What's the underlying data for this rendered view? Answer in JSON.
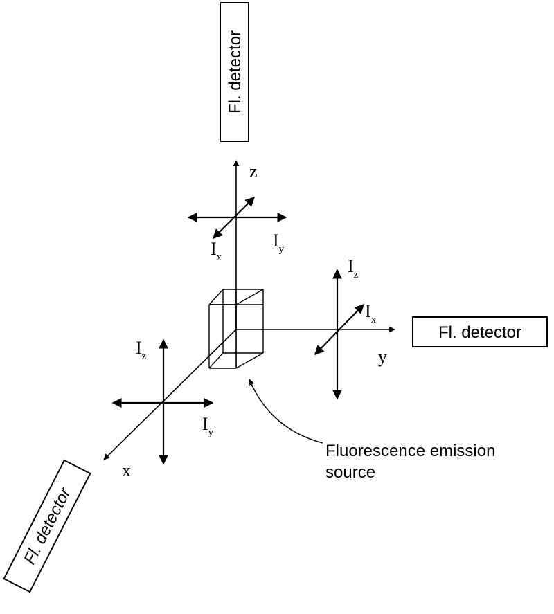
{
  "detectors": {
    "top_label": "Fl. detector",
    "right_label": "Fl. detector",
    "bottom_left_label": "Fl. detector"
  },
  "axes": {
    "x": "x",
    "y": "y",
    "z": "z"
  },
  "intensity_labels": {
    "top_x": {
      "base": "I",
      "sub": "x"
    },
    "top_y": {
      "base": "I",
      "sub": "y"
    },
    "right_z": {
      "base": "I",
      "sub": "z"
    },
    "right_x": {
      "base": "I",
      "sub": "x"
    },
    "left_z": {
      "base": "I",
      "sub": "z"
    },
    "left_y": {
      "base": "I",
      "sub": "y"
    }
  },
  "source": {
    "line1": "Fluorescence emission",
    "line2": "source"
  }
}
